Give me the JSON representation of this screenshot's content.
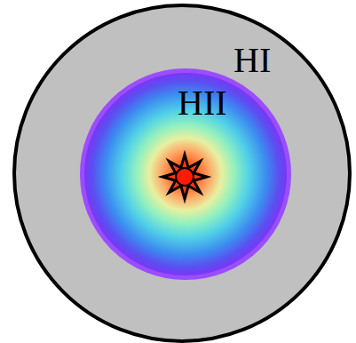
{
  "diagram": {
    "nodes": [
      {
        "text": [
          "HI"
        ]
      },
      {
        "text": [
          "HII"
        ],
        "in": 0
      }
    ]
  }
}
